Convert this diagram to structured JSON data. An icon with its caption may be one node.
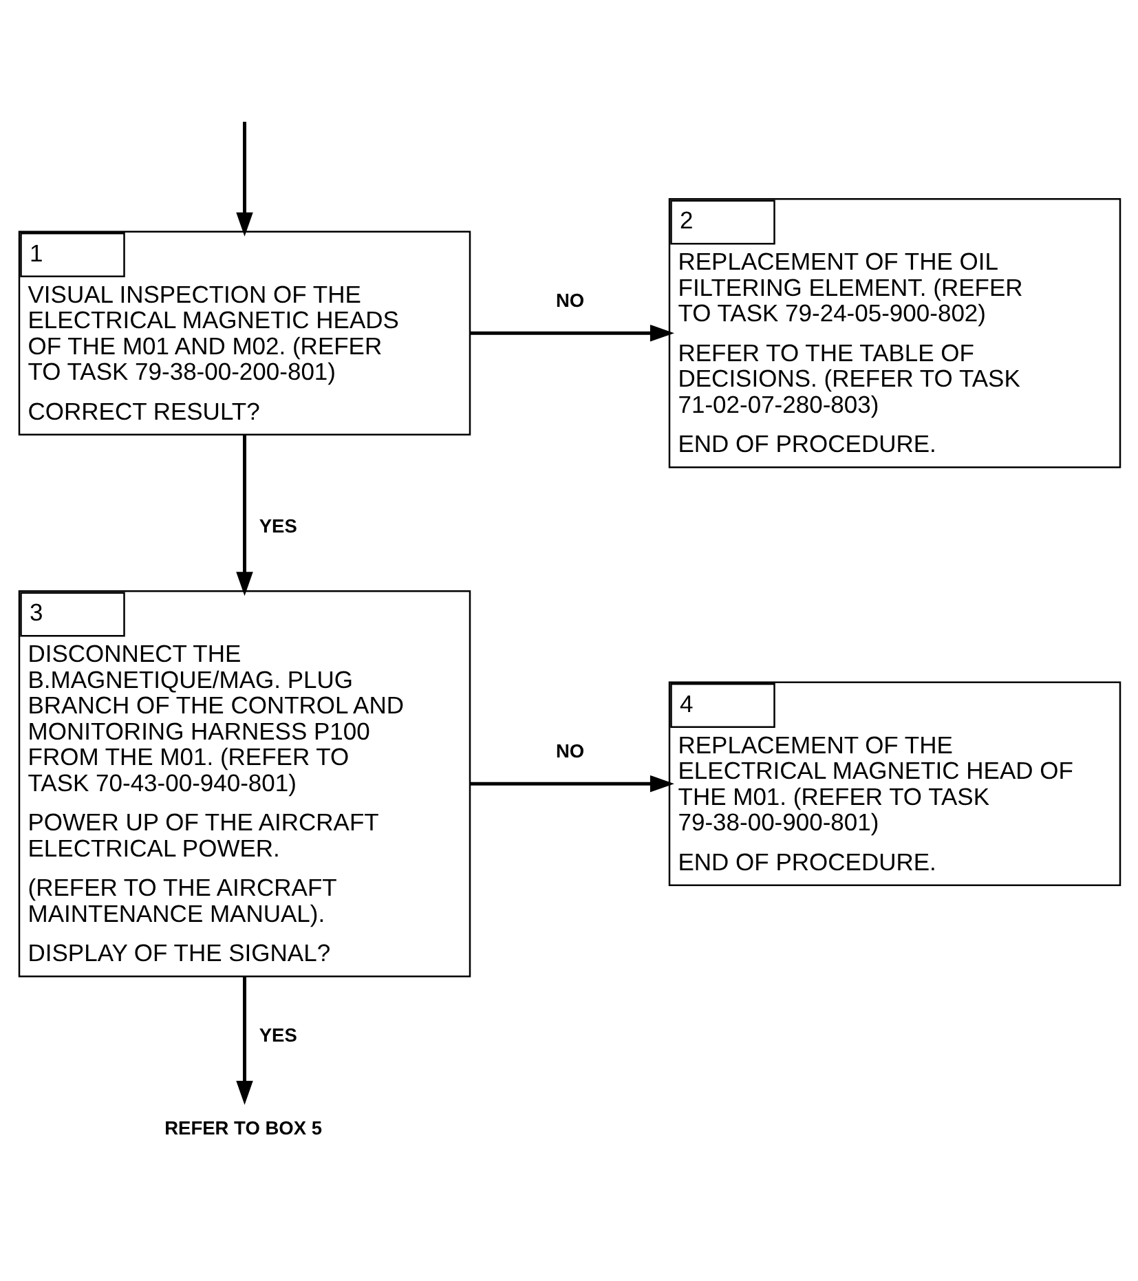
{
  "diagram": {
    "nodes": [
      {
        "text": [
          "1",
          "VISUAL INSPECTION OF THE ELECTRICAL MAGNETIC HEADS OF THE M01 AND M02. (REFER TO TASK 79-38-00-200-801)",
          "CORRECT RESULT?"
        ]
      },
      {
        "text": [
          "2",
          "REPLACEMENT OF THE OIL FILTERING ELEMENT. (REFER TO TASK 79-24-05-900-802)",
          "REFER TO THE TABLE OF DECISIONS. (REFER TO TASK 71-02-07-280-803)",
          "END OF PROCEDURE."
        ]
      },
      {
        "text": [
          "3",
          "DISCONNECT THE B.MAGNETIQUE/MAG. PLUG BRANCH OF THE CONTROL AND MONITORING HARNESS P100 FROM THE M01. (REFER TO TASK 70-43-00-940-801)",
          "POWER UP OF THE AIRCRAFT ELECTRICAL POWER.",
          "(REFER TO THE AIRCRAFT MAINTENANCE MANUAL).",
          "DISPLAY OF THE SIGNAL?"
        ]
      },
      {
        "text": [
          "4",
          "REPLACEMENT OF THE ELECTRICAL MAGNETIC HEAD OF THE M01. (REFER TO TASK 79-38-00-900-801)",
          "END OF PROCEDURE."
        ]
      },
      {
        "text": [
          "REFER TO BOX 5"
        ]
      }
    ],
    "edges": [
      {
        "from": null,
        "to": 0,
        "arrow": "to"
      },
      {
        "from": 0,
        "to": 1,
        "arrow": "to",
        "label": "NO"
      },
      {
        "from": 0,
        "to": 2,
        "arrow": "to",
        "label": "YES"
      },
      {
        "from": 2,
        "to": 3,
        "arrow": "to",
        "label": "NO"
      },
      {
        "from": 2,
        "to": 4,
        "arrow": "to",
        "label": "YES"
      }
    ]
  }
}
